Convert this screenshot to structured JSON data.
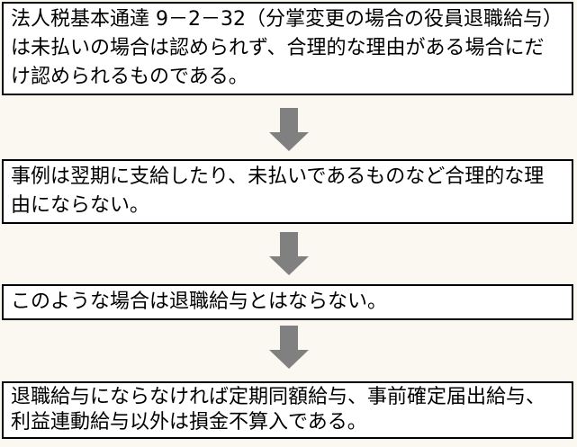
{
  "page": {
    "background_color": "#FAF8F1",
    "box_fill_color": "#FFFFFF",
    "box_border_color": "#000000",
    "text_color": "#000000"
  },
  "arrow": {
    "icon": "down-arrow-icon",
    "direction": "down",
    "color": "#808080",
    "count": 3
  },
  "flow": {
    "boxes": [
      {
        "id": "box-1",
        "lines": [
          "法人税基本通達 9－2－32（分掌変更の場合の役員退職給与）",
          "は未払いの場合は認められず、合理的な理由がある場合にだ",
          "け認められるものである。"
        ]
      },
      {
        "id": "box-2",
        "lines": [
          "事例は翌期に支給したり、未払いであるものなど合理的な理",
          "由にならない。"
        ]
      },
      {
        "id": "box-3",
        "lines": [
          "このような場合は退職給与とはならない。"
        ]
      },
      {
        "id": "box-4",
        "lines": [
          "退職給与にならなければ定期同額給与、事前確定届出給与、",
          "利益連動給与以外は損金不算入である。"
        ]
      }
    ]
  }
}
